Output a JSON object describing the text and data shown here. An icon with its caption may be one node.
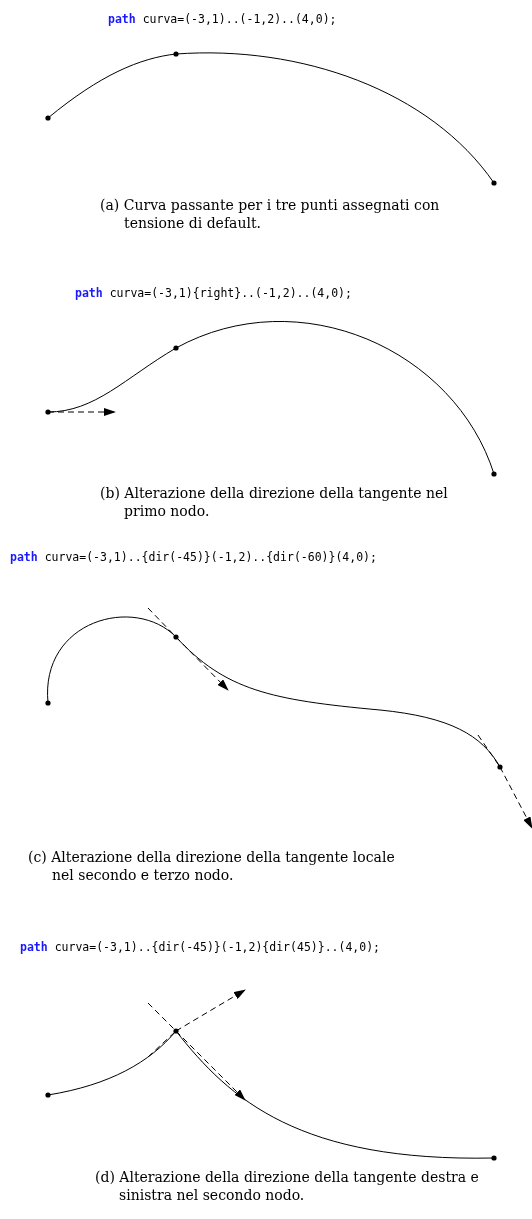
{
  "diagram": {
    "labels": [
      "**path** curva=(-3,1)..(-1,2)..(4,0);",
      "(a) Curva passante per i tre punti assegnati con tensione di default.",
      "**path** curva=(-3,1){right}..(-1,2)..(4,0);",
      "(b) Alterazione della direzione della tangente nel primo nodo.",
      "**path** curva=(-3,1)..{dir(-45)}(-1,2)..{dir(-60)}(4,0);",
      "(c) Alterazione della direzione della tangente locale nel secondo e terzo nodo.",
      "**path** curva=(-3,1)..{dir(-45)}(-1,2){dir(45)}..(4,0);",
      "(d) Alterazione della direzione della tangente destra e sinistra nel secondo nodo."
    ]
  }
}
